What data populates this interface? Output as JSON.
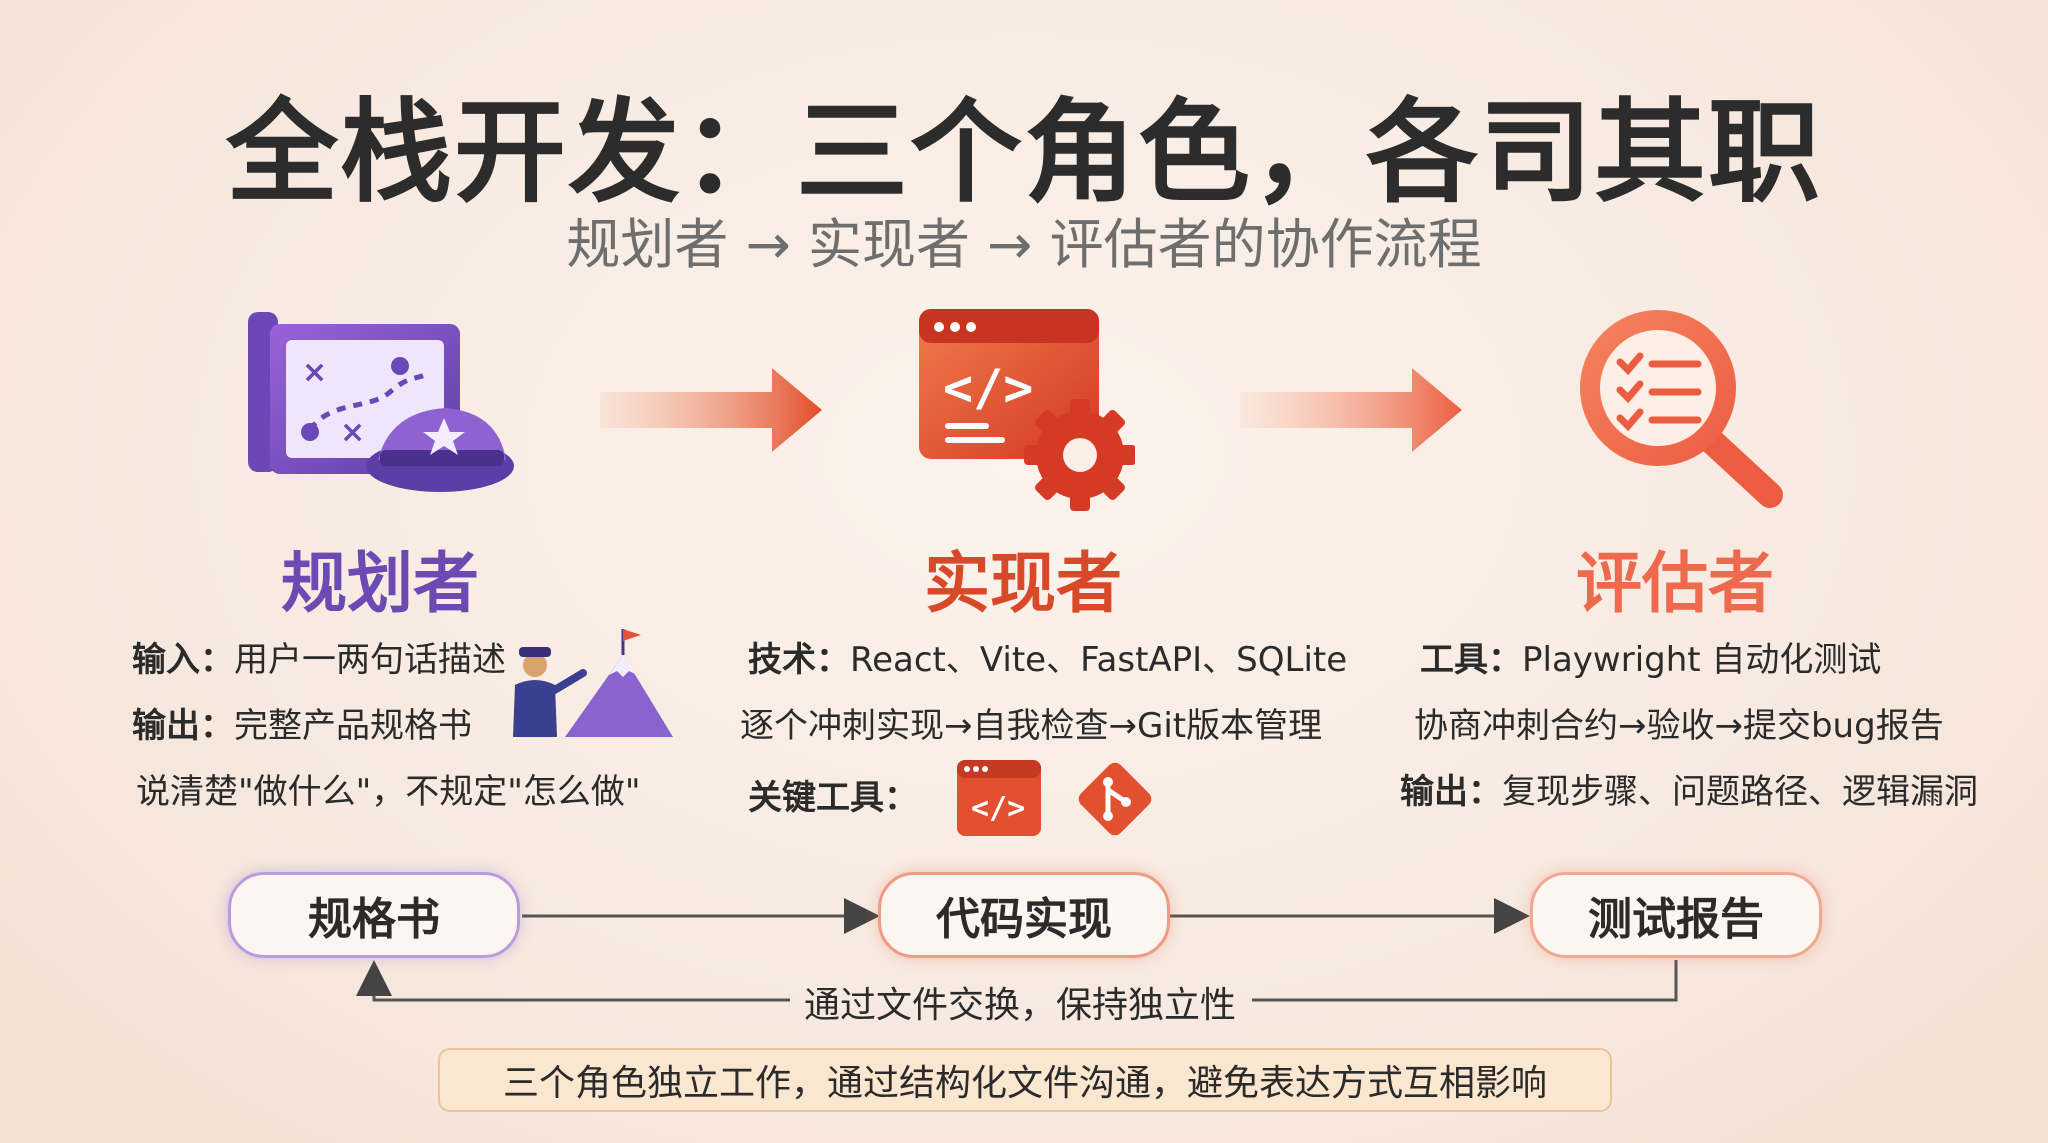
{
  "header": {
    "title": "全栈开发：三个角色，各司其职",
    "subtitle": "规划者 → 实现者 → 评估者的协作流程"
  },
  "roles": [
    {
      "name": "规划者",
      "color": "#6b4bb3",
      "icon": "map-and-captain-hat-icon",
      "lines": [
        {
          "label": "输入：",
          "text": "用户一两句话描述"
        },
        {
          "label": "输出：",
          "text": "完整产品规格书"
        },
        {
          "label": "",
          "text": "说清楚\"做什么\"，不规定\"怎么做\""
        }
      ]
    },
    {
      "name": "实现者",
      "color": "#d8492a",
      "icon": "code-window-gear-icon",
      "lines": [
        {
          "label": "技术：",
          "text": "React、Vite、FastAPI、SQLite"
        },
        {
          "label": "",
          "text": "逐个冲刺实现→自我检查→Git版本管理"
        },
        {
          "label": "关键工具：",
          "text": ""
        }
      ]
    },
    {
      "name": "评估者",
      "color": "#ee6a4e",
      "icon": "magnifier-checklist-icon",
      "lines": [
        {
          "label": "工具：",
          "text": "Playwright 自动化测试"
        },
        {
          "label": "",
          "text": "协商冲刺合约→验收→提交bug报告"
        },
        {
          "label": "输出：",
          "text": "复现步骤、问题路径、逻辑漏洞"
        }
      ]
    }
  ],
  "flow": {
    "nodes": [
      "规格书",
      "代码实现",
      "测试报告"
    ],
    "feedback_label": "通过文件交换，保持独立性"
  },
  "footer": {
    "banner": "三个角色独立工作，通过结构化文件沟通，避免表达方式互相影响"
  }
}
